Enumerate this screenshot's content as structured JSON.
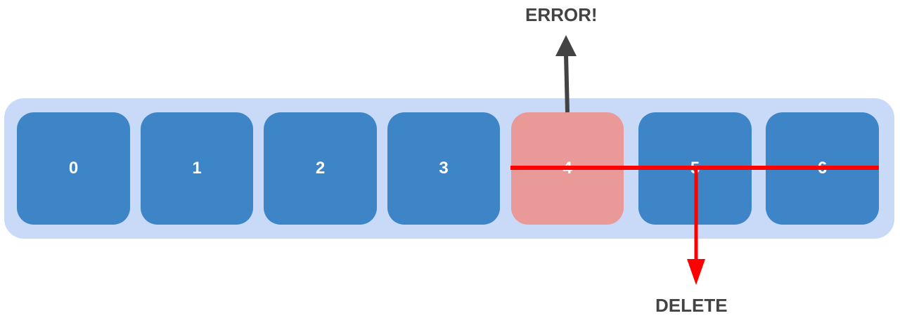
{
  "array": {
    "cells": [
      "0",
      "1",
      "2",
      "3",
      "4",
      "5",
      "6"
    ],
    "highlighted_index": 4
  },
  "labels": {
    "error": "ERROR!",
    "delete": "DELETE"
  },
  "colors": {
    "track": "#c9daf8",
    "cell": "#3d85c6",
    "cell_highlight": "#ea9999",
    "strike_line": "#ff0000",
    "error_arrow": "#434343",
    "label_text": "#434343"
  }
}
